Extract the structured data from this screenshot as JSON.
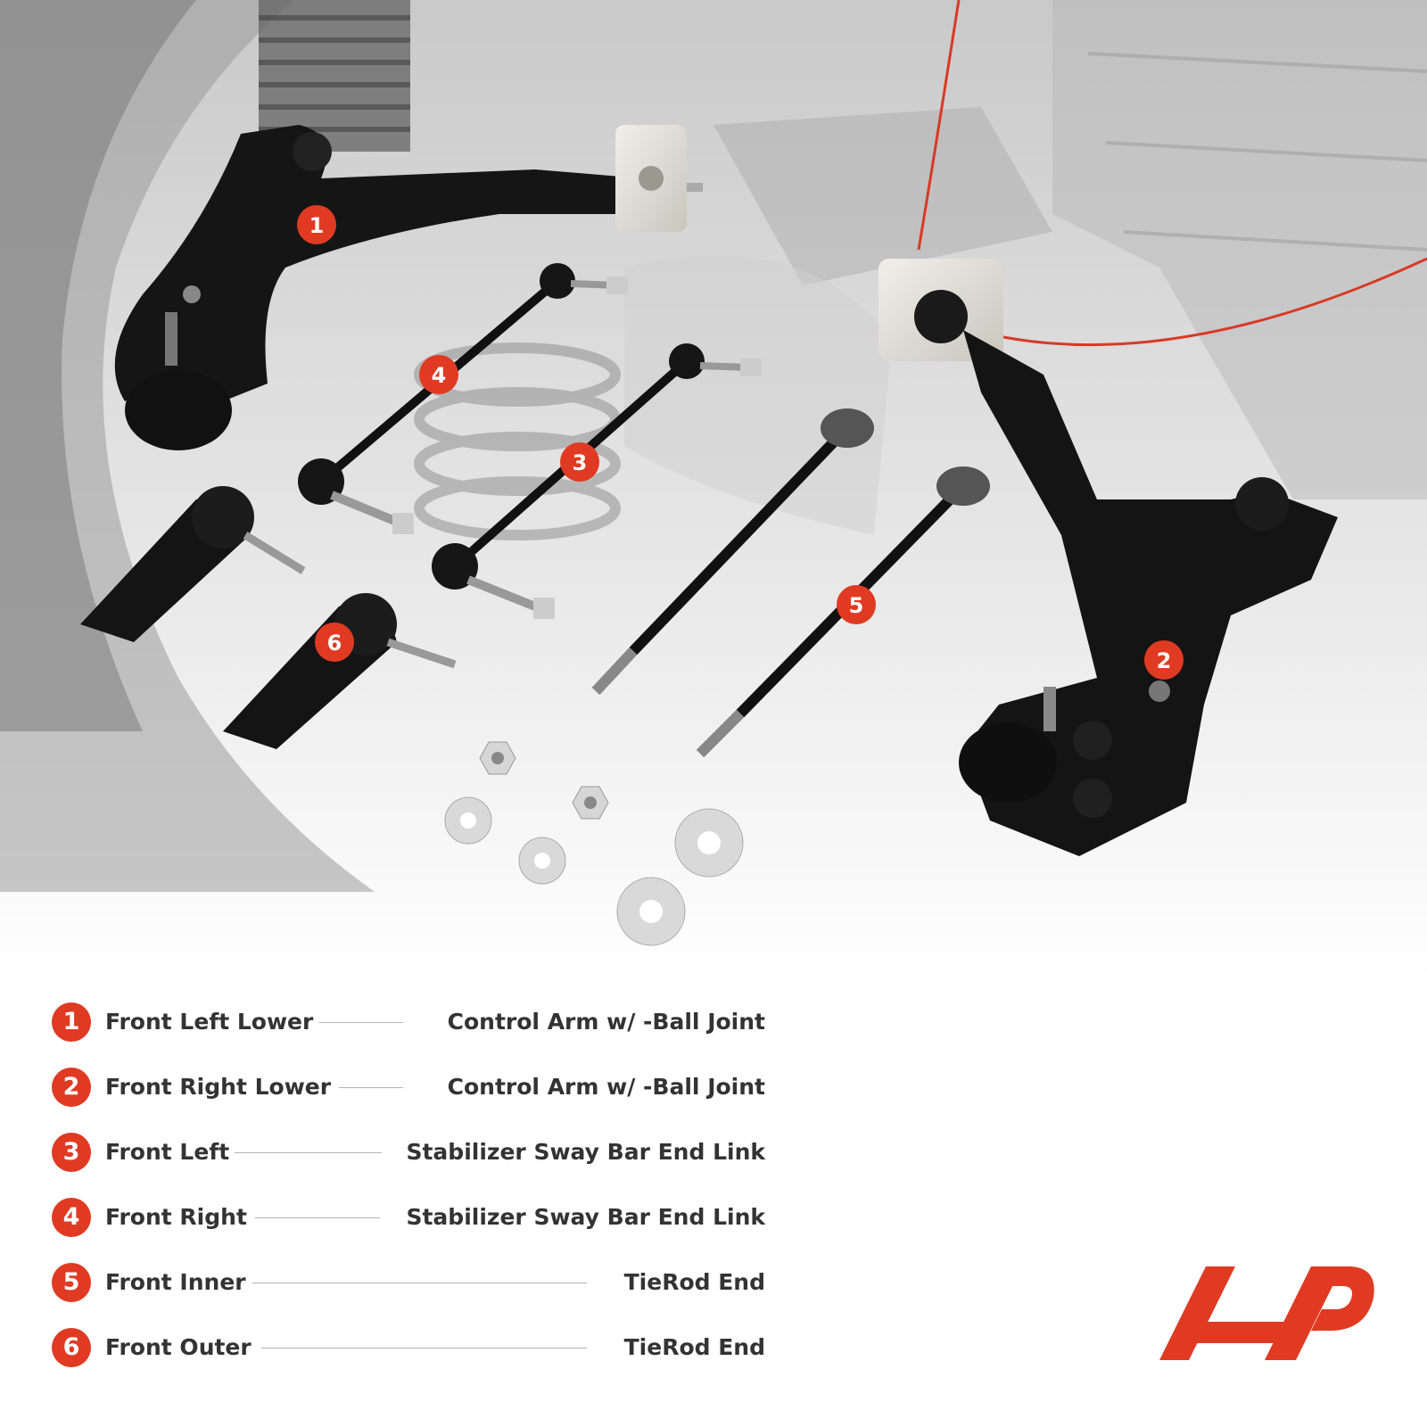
{
  "colors": {
    "accent": "#e03a23",
    "text": "#333333"
  },
  "badges": [
    {
      "num": "1"
    },
    {
      "num": "2"
    },
    {
      "num": "3"
    },
    {
      "num": "4"
    },
    {
      "num": "5"
    },
    {
      "num": "6"
    }
  ],
  "legend": [
    {
      "num": "1",
      "left": "Front Left Lower",
      "right": "Control Arm w/ -Ball Joint"
    },
    {
      "num": "2",
      "left": "Front Right Lower",
      "right": "Control Arm w/ -Ball Joint"
    },
    {
      "num": "3",
      "left": "Front Left",
      "right": "Stabilizer Sway Bar End Link"
    },
    {
      "num": "4",
      "left": "Front Right",
      "right": "Stabilizer Sway Bar End Link"
    },
    {
      "num": "5",
      "left": "Front Inner",
      "right": "TieRod End"
    },
    {
      "num": "6",
      "left": "Front Outer",
      "right": "TieRod End"
    }
  ],
  "logo": {
    "icon": "a-premium-logo-icon"
  }
}
